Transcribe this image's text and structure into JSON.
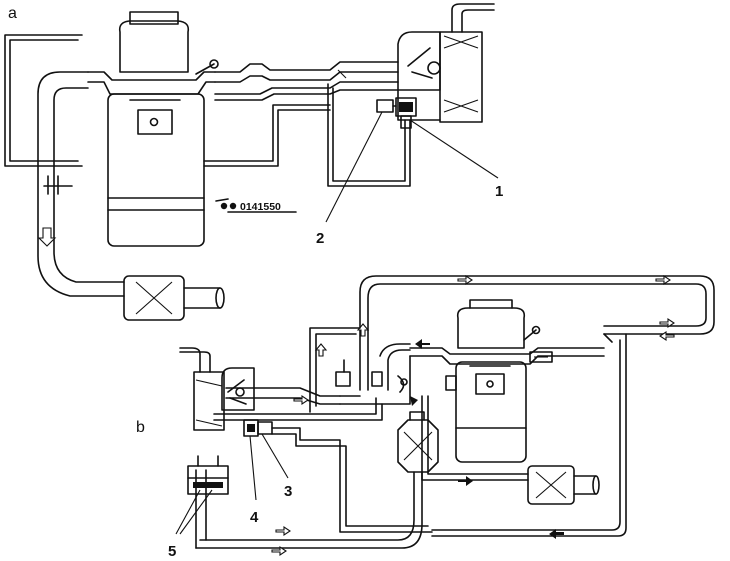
{
  "diagram": {
    "panel_a_label": "a",
    "panel_b_label": "b",
    "figure_code": "0141550",
    "callouts": [
      "1",
      "2",
      "3",
      "4",
      "5"
    ]
  }
}
